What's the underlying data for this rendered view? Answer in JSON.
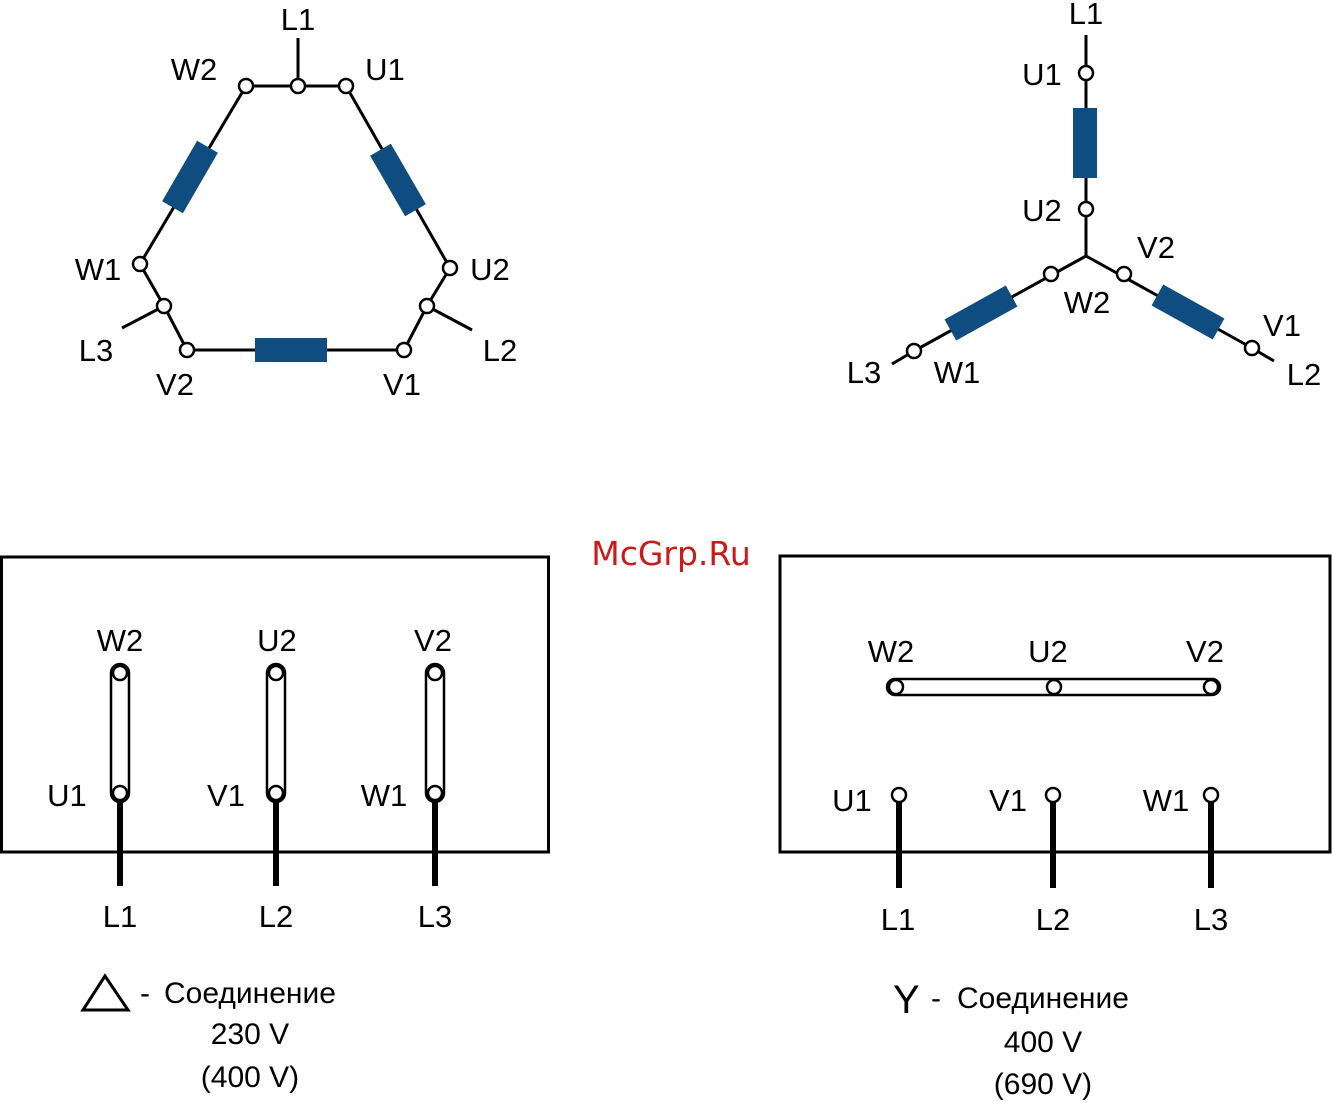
{
  "watermark": "McGrp.Ru",
  "delta_diagram": {
    "L1": "L1",
    "L2": "L2",
    "L3": "L3",
    "U1": "U1",
    "U2": "U2",
    "V1": "V1",
    "V2": "V2",
    "W1": "W1",
    "W2": "W2"
  },
  "star_diagram": {
    "L1": "L1",
    "L2": "L2",
    "L3": "L3",
    "U1": "U1",
    "U2": "U2",
    "V1": "V1",
    "V2": "V2",
    "W1": "W1",
    "W2": "W2"
  },
  "delta_box": {
    "top": [
      "W2",
      "U2",
      "V2"
    ],
    "bottom": [
      "U1",
      "V1",
      "W1"
    ],
    "lines": [
      "L1",
      "L2",
      "L3"
    ]
  },
  "star_box": {
    "top": [
      "W2",
      "U2",
      "V2"
    ],
    "bottom": [
      "U1",
      "V1",
      "W1"
    ],
    "lines": [
      "L1",
      "L2",
      "L3"
    ]
  },
  "delta_caption": {
    "dash": "-",
    "label": "Соединение",
    "voltage": "230 V",
    "voltage_alt": "(400 V)"
  },
  "star_caption": {
    "symbol": "Y",
    "dash": "-",
    "label": "Соединение",
    "voltage": "400 V",
    "voltage_alt": "(690 V)"
  },
  "colors": {
    "coil": "#0f4d80",
    "watermark": "#cc1a1a"
  }
}
